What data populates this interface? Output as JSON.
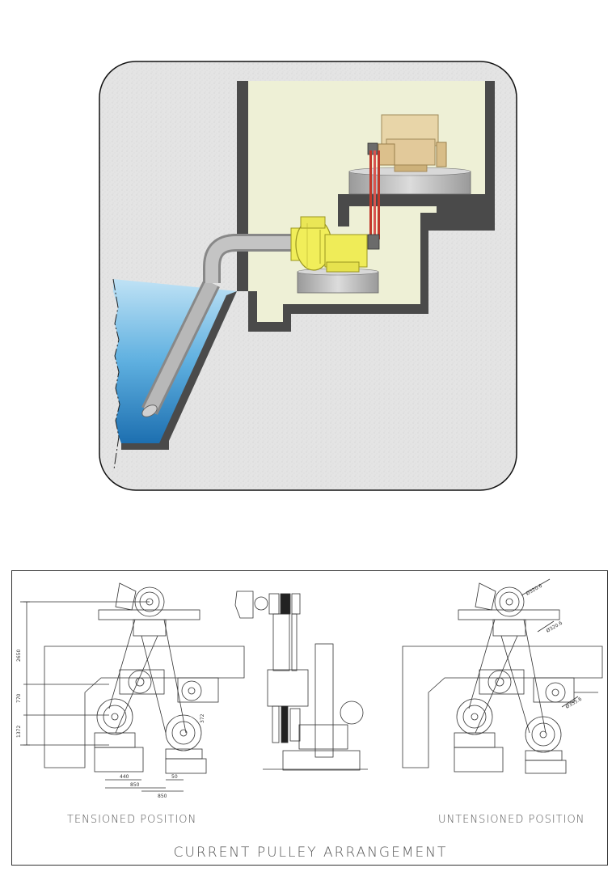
{
  "drawing": {
    "label_left": "TENSIONED POSITION",
    "label_right": "UNTENSIONED POSITION",
    "title": "CURRENT PULLEY ARRANGEMENT",
    "dimensions": {
      "d2650": "2650",
      "d770": "770",
      "d1372": "1372",
      "d440": "440",
      "d850": "850",
      "d50": "50",
      "d850b": "850",
      "d372": "372",
      "d320a": "Ø320.6",
      "d320b": "Ø320.6",
      "d355": "Ø355.6"
    }
  },
  "colors": {
    "water": "#4aa3d8",
    "pit_fill": "#eef0d6",
    "concrete_wall": "#4a4a4a",
    "ground": "#e6e6e6",
    "pump": "#f1ee5a",
    "motor": "#e8d5a8",
    "pipe": "#b5b5b5",
    "belt": "#c0392b"
  }
}
